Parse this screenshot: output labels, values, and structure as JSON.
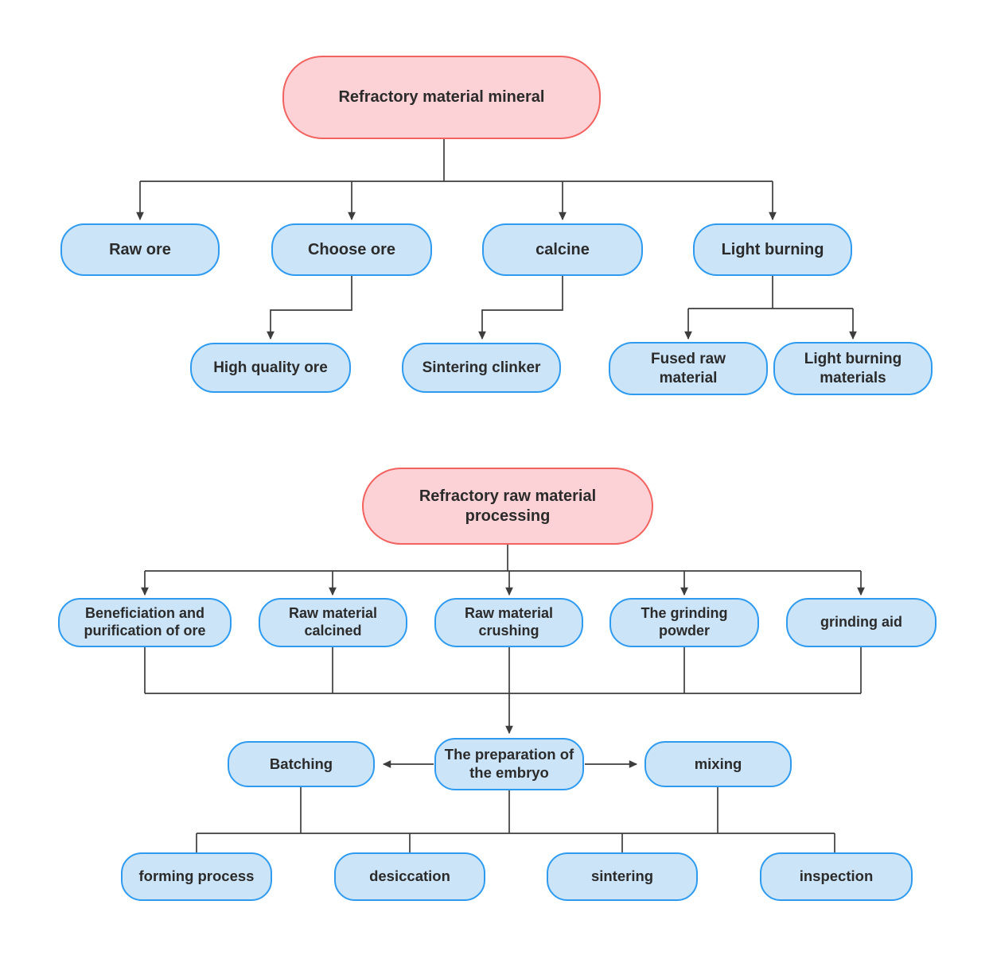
{
  "diagram": {
    "colors": {
      "blue-fill": "#cbe4f8",
      "blue-border": "#2e9bf0",
      "pink-fill": "#fcd2d6",
      "pink-border": "#f2625e",
      "connector": "#3d3d3d",
      "text": "#2b2b2b",
      "bg": "#ffffff"
    },
    "tree1": {
      "root": {
        "label": "Refractory material mineral"
      },
      "level1": [
        {
          "label": "Raw ore"
        },
        {
          "label": "Choose ore"
        },
        {
          "label": "calcine"
        },
        {
          "label": "Light burning"
        }
      ],
      "level2": [
        {
          "label": "High quality ore"
        },
        {
          "label": "Sintering clinker"
        },
        {
          "label": "Fused raw material"
        },
        {
          "label": "Light burning materials"
        }
      ]
    },
    "tree2": {
      "root": {
        "label": "Refractory raw material processing"
      },
      "level1": [
        {
          "label": "Beneficiation and purification of ore"
        },
        {
          "label": "Raw material calcined"
        },
        {
          "label": "Raw material crushing"
        },
        {
          "label": "The grinding powder"
        },
        {
          "label": "grinding aid"
        }
      ],
      "level2": [
        {
          "label": "Batching"
        },
        {
          "label": "The preparation of the embryo"
        },
        {
          "label": "mixing"
        }
      ],
      "level3": [
        {
          "label": "forming process"
        },
        {
          "label": "desiccation"
        },
        {
          "label": "sintering"
        },
        {
          "label": "inspection"
        }
      ]
    }
  }
}
